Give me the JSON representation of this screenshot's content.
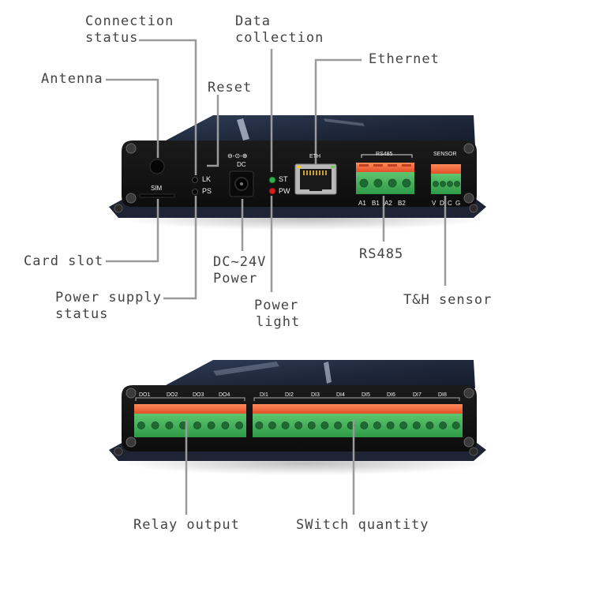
{
  "callouts": {
    "connection_status_1": "Connection",
    "connection_status_2": "status",
    "data_collection_1": "Data",
    "data_collection_2": "collection",
    "ethernet": "Ethernet",
    "antenna": "Antenna",
    "reset": "Reset",
    "card_slot": "Card slot",
    "dc_power_1": "DC~24V",
    "dc_power_2": "Power",
    "rs485": "RS485",
    "power_supply_1": "Power supply",
    "power_supply_2": "status",
    "power_light_1": "Power",
    "power_light_2": "light",
    "th_sensor": "T&H sensor",
    "relay_output": "Relay output",
    "switch_quantity": "SWitch quantity"
  },
  "device_front": {
    "sim": "SIM",
    "lk": "LK",
    "ps": "PS",
    "dc_symbol": "⊖-⊙-⊕",
    "dc": "DC",
    "st": "ST",
    "pw": "PW",
    "eth": "ETH",
    "rs485_header": "RS485",
    "rs485_pins": [
      "A1",
      "B1",
      "A2",
      "B2"
    ],
    "sensor_header": "SENSOR",
    "sensor_pins": [
      "V",
      "D",
      "C",
      "G"
    ]
  },
  "device_back": {
    "do_labels": [
      "DO1",
      "DO2",
      "DO3",
      "DO4"
    ],
    "di_labels": [
      "DI1",
      "DI2",
      "DI3",
      "DI4",
      "DI5",
      "DI6",
      "DI7",
      "DI8"
    ]
  },
  "colors": {
    "body": "#1f2736",
    "panel": "#141414",
    "terminal_green": "#3fb25a",
    "terminal_orange": "#f06a3a",
    "callout_line": "#9a9a9a",
    "led_green": "#2fb04a",
    "led_red": "#d2201c"
  }
}
